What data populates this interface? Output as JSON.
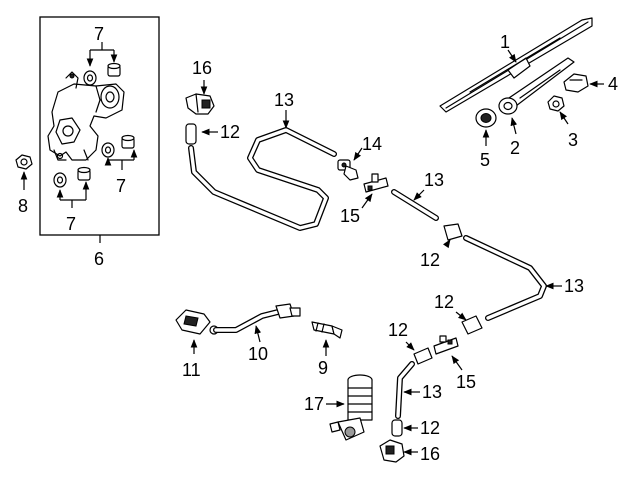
{
  "diagram": {
    "callouts": {
      "c1": "1",
      "c2": "2",
      "c3": "3",
      "c4": "4",
      "c5": "5",
      "c6": "6",
      "c7a": "7",
      "c7b": "7",
      "c7c": "7",
      "c8": "8",
      "c9": "9",
      "c10": "10",
      "c11": "11",
      "c12a": "12",
      "c12b": "12",
      "c12c": "12",
      "c12d": "12",
      "c12e": "12",
      "c13a": "13",
      "c13b": "13",
      "c13c": "13",
      "c13d": "13",
      "c14": "14",
      "c15a": "15",
      "c15b": "15",
      "c16a": "16",
      "c16b": "16",
      "c17": "17"
    }
  }
}
